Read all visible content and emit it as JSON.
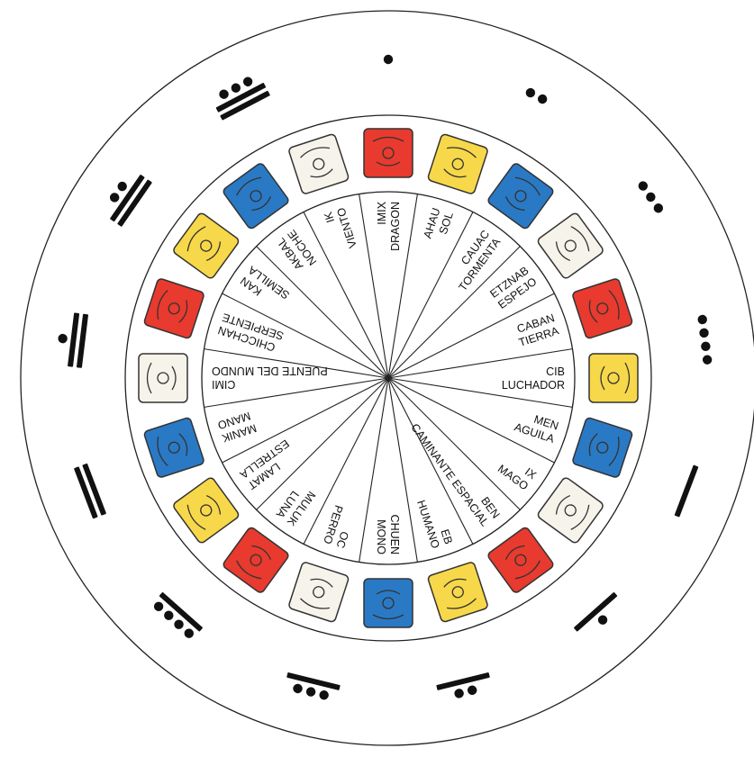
{
  "colors": {
    "red": "#e83a2e",
    "yellow": "#f7d84a",
    "blue": "#2a79c5",
    "white": "#f6f3ea",
    "ink": "#111111"
  },
  "days": [
    {
      "name": "IMIX",
      "meaning": "DRAGON",
      "color": "red"
    },
    {
      "name": "AHAU",
      "meaning": "SOL",
      "color": "yellow"
    },
    {
      "name": "CAUAC",
      "meaning": "TORMENTA",
      "color": "blue"
    },
    {
      "name": "ETZNAB",
      "meaning": "ESPEJO",
      "color": "white"
    },
    {
      "name": "CABAN",
      "meaning": "TIERRA",
      "color": "red"
    },
    {
      "name": "CIB",
      "meaning": "LUCHADOR",
      "color": "yellow"
    },
    {
      "name": "MEN",
      "meaning": "AGUILA",
      "color": "blue"
    },
    {
      "name": "IX",
      "meaning": "MAGO",
      "color": "white"
    },
    {
      "name": "BEN",
      "meaning": "CAMINANTE ESPACIAL",
      "color": "red"
    },
    {
      "name": "EB",
      "meaning": "HUMANO",
      "color": "yellow"
    },
    {
      "name": "CHUEN",
      "meaning": "MONO",
      "color": "blue"
    },
    {
      "name": "OC",
      "meaning": "PERRO",
      "color": "white"
    },
    {
      "name": "MULUK",
      "meaning": "LUNA",
      "color": "red"
    },
    {
      "name": "LAMAT",
      "meaning": "ESTRELLA",
      "color": "yellow"
    },
    {
      "name": "MANIK",
      "meaning": "MANO",
      "color": "blue"
    },
    {
      "name": "CIMI",
      "meaning": "PUENTE DEL MUNDO",
      "color": "white"
    },
    {
      "name": "CHICCHAN",
      "meaning": "SERPIENTE",
      "color": "red"
    },
    {
      "name": "KAN",
      "meaning": "SEMILLA",
      "color": "yellow"
    },
    {
      "name": "AKBAL",
      "meaning": "NOCHE",
      "color": "blue"
    },
    {
      "name": "IK",
      "meaning": "VIENTO",
      "color": "white"
    }
  ],
  "numbers": [
    1,
    2,
    3,
    4,
    5,
    6,
    7,
    8,
    9,
    10,
    11,
    12,
    13
  ]
}
